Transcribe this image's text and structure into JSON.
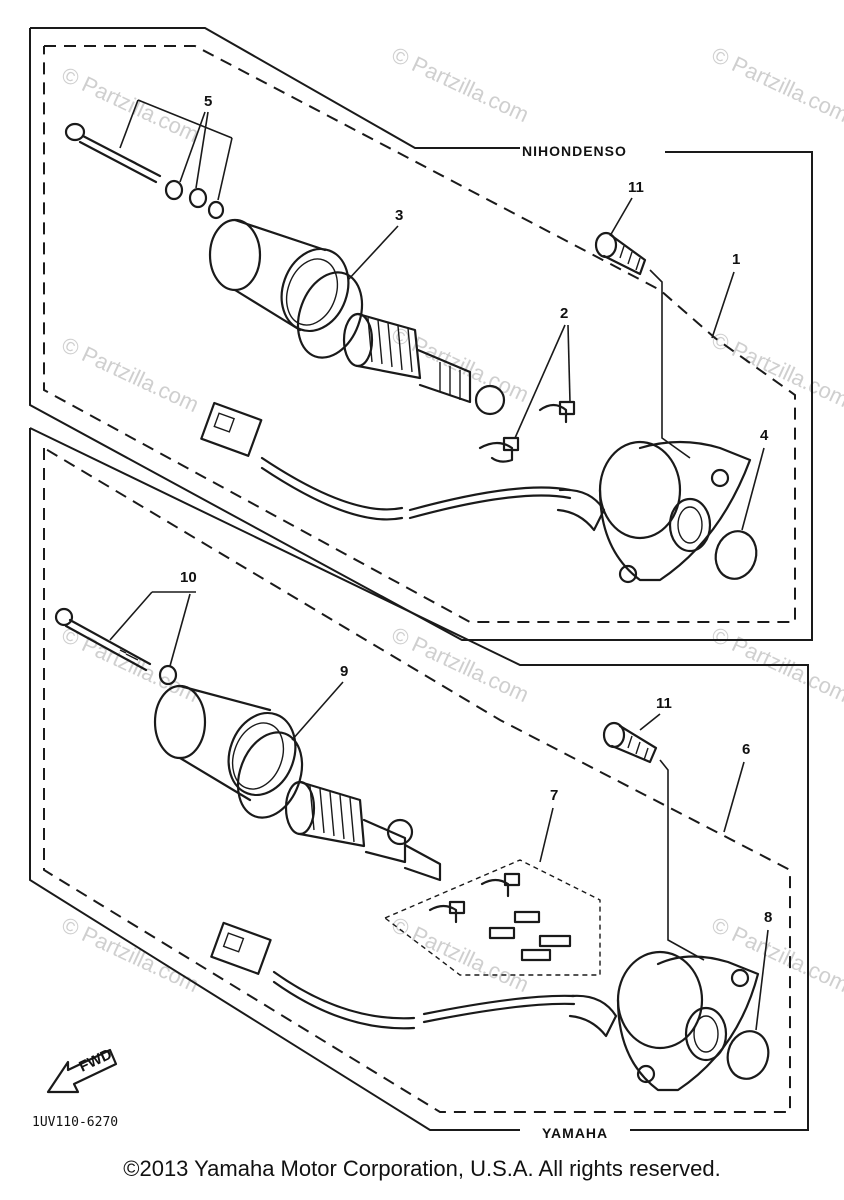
{
  "groups": {
    "top": "NIHONDENSO",
    "bottom": "YAMAHA"
  },
  "callouts": {
    "c1": "1",
    "c2": "2",
    "c3": "3",
    "c4": "4",
    "c5": "5",
    "c6": "6",
    "c7": "7",
    "c8": "8",
    "c9": "9",
    "c10": "10",
    "c11a": "11",
    "c11b": "11"
  },
  "fwd_label": "FWD",
  "drawing_code": "1UV110-6270",
  "watermark": "© Partzilla.com",
  "copyright": "©2013 Yamaha Motor Corporation, U.S.A. All rights reserved."
}
